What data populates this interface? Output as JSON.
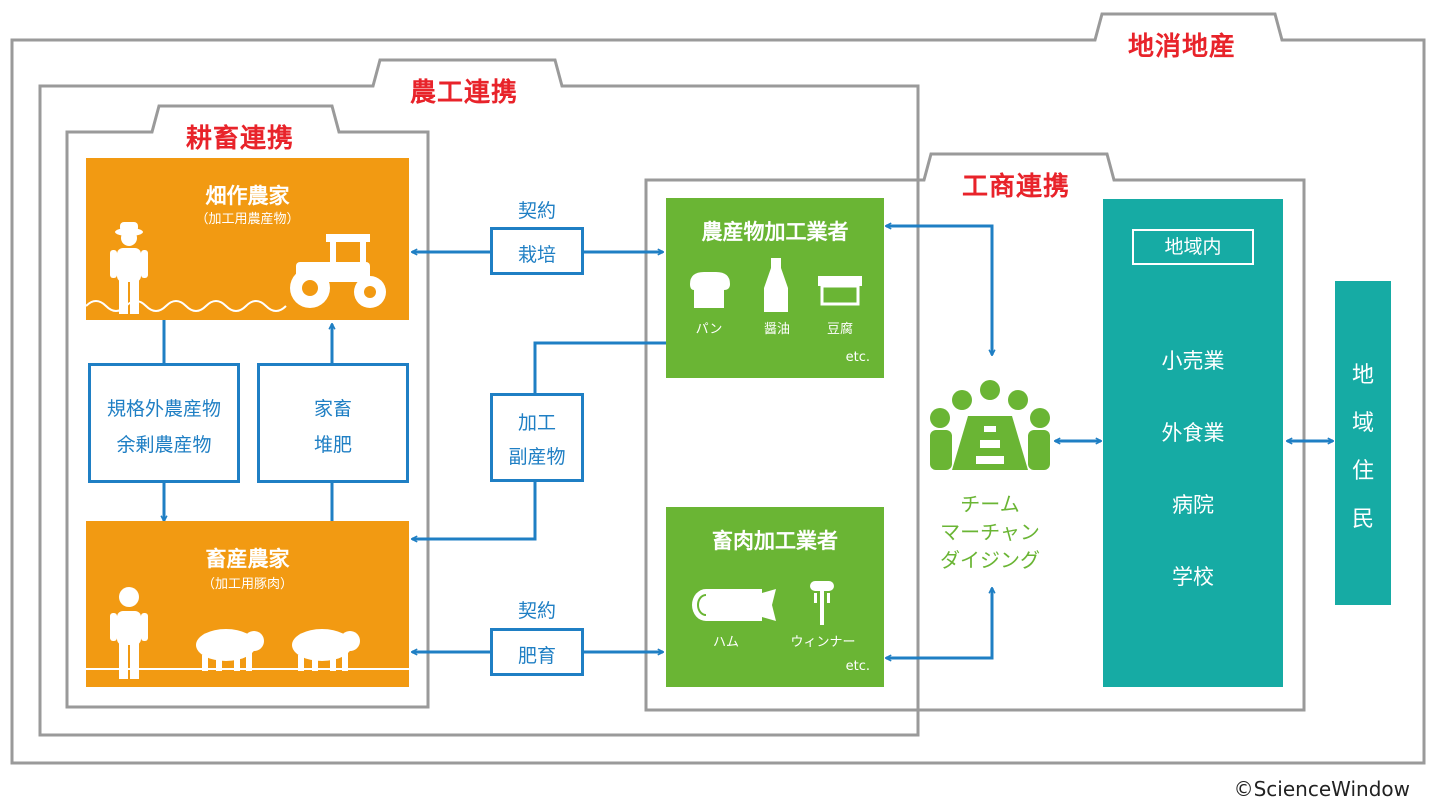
{
  "frames": {
    "chisan": "地消地産",
    "noukou": "農工連携",
    "kouchiku": "耕畜連携",
    "shoukou": "工商連携"
  },
  "crop_farmer": {
    "title": "畑作農家",
    "subtitle": "（加工用農産物）"
  },
  "livestock_farmer": {
    "title": "畜産農家",
    "subtitle": "（加工用豚肉）"
  },
  "surplus_box": {
    "line1": "規格外農産物",
    "line2": "余剰農産物"
  },
  "manure_box": {
    "line1": "家畜",
    "line2": "堆肥"
  },
  "contract_top": {
    "label": "契約",
    "box": "栽培"
  },
  "byproduct": {
    "line1": "加工",
    "line2": "副産物"
  },
  "contract_bottom": {
    "label": "契約",
    "box": "肥育"
  },
  "produce_processor": {
    "title": "農産物加工業者",
    "items": [
      "パン",
      "醤油",
      "豆腐"
    ],
    "etc": "etc."
  },
  "meat_processor": {
    "title": "畜肉加工業者",
    "items": [
      "ハム",
      "ウィンナー"
    ],
    "etc": "etc."
  },
  "team": {
    "line1": "チーム",
    "line2": "マーチャン",
    "line3": "ダイジング"
  },
  "region_inner": {
    "header": "地域内",
    "items": [
      "小売業",
      "外食業",
      "病院",
      "学校"
    ]
  },
  "residents": {
    "chars": [
      "地",
      "域",
      "住",
      "民"
    ]
  },
  "credit": "©ScienceWindow",
  "colors": {
    "orange": "#f29a12",
    "green": "#6ab534",
    "teal": "#16aba4",
    "blue": "#1f7fc4",
    "red": "#e8232a",
    "frame": "#9a9a9a"
  },
  "icons": [
    "farmer-icon",
    "tractor-icon",
    "pig-icon",
    "bread-icon",
    "soy-sauce-icon",
    "tofu-icon",
    "ham-icon",
    "sausage-icon",
    "team-icon"
  ]
}
